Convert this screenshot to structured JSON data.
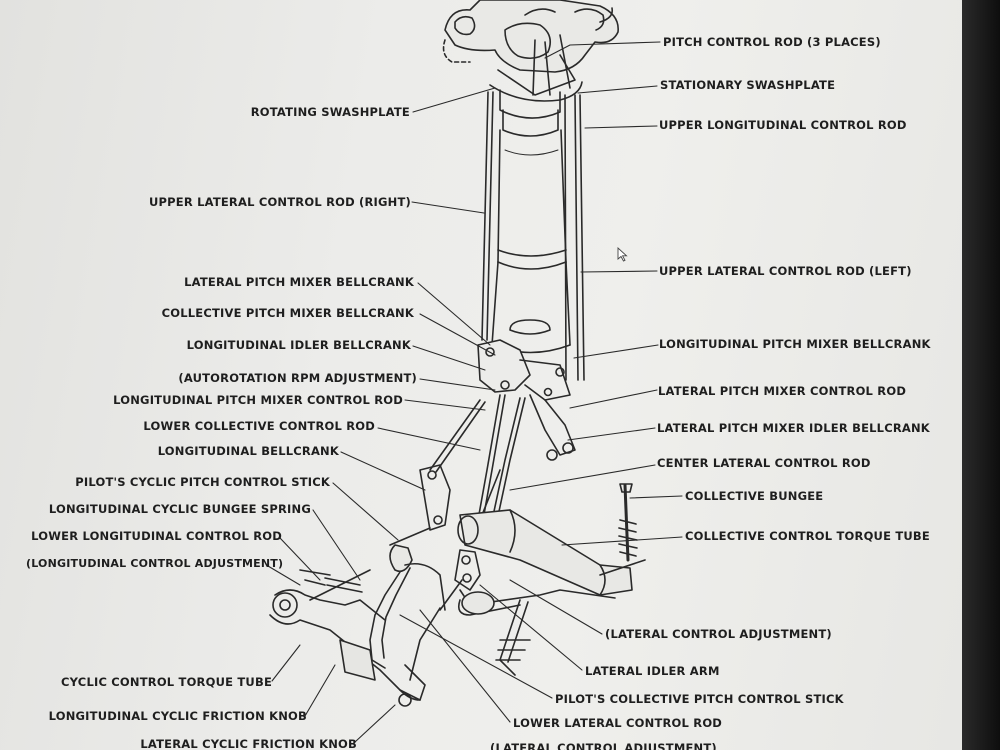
{
  "diagram": {
    "labels": {
      "pitch_control_rod": "PITCH CONTROL ROD (3 PLACES)",
      "stationary_swashplate": "STATIONARY SWASHPLATE",
      "rotating_swashplate": "ROTATING SWASHPLATE",
      "upper_longitudinal_control_rod": "UPPER LONGITUDINAL CONTROL ROD",
      "upper_lateral_control_rod_right": "UPPER LATERAL CONTROL ROD (RIGHT)",
      "upper_lateral_control_rod_left": "UPPER LATERAL CONTROL ROD (LEFT)",
      "lateral_pitch_mixer_bellcrank": "LATERAL PITCH MIXER BELLCRANK",
      "collective_pitch_mixer_bellcrank": "COLLECTIVE PITCH MIXER BELLCRANK",
      "longitudinal_pitch_mixer_bellcrank": "LONGITUDINAL PITCH MIXER BELLCRANK",
      "longitudinal_idler_bellcrank": "LONGITUDINAL IDLER BELLCRANK",
      "autorotation_rpm_adjustment": "(AUTOROTATION RPM ADJUSTMENT)",
      "lateral_pitch_mixer_control_rod": "LATERAL PITCH MIXER CONTROL ROD",
      "longitudinal_pitch_mixer_control_rod": "LONGITUDINAL PITCH MIXER CONTROL ROD",
      "lateral_pitch_mixer_idler_bellcrank": "LATERAL PITCH MIXER IDLER BELLCRANK",
      "lower_collective_control_rod": "LOWER COLLECTIVE CONTROL ROD",
      "center_lateral_control_rod": "CENTER LATERAL CONTROL ROD",
      "longitudinal_bellcrank": "LONGITUDINAL BELLCRANK",
      "pilots_cyclic_pitch_control_stick": "PILOT'S CYCLIC PITCH CONTROL STICK",
      "collective_bungee": "COLLECTIVE BUNGEE",
      "longitudinal_cyclic_bungee_spring": "LONGITUDINAL CYCLIC BUNGEE SPRING",
      "collective_control_torque_tube": "COLLECTIVE CONTROL TORQUE TUBE",
      "lower_longitudinal_control_rod": "LOWER LONGITUDINAL CONTROL ROD",
      "longitudinal_control_adjustment": "(LONGITUDINAL CONTROL ADJUSTMENT)",
      "lateral_control_adjustment": "(LATERAL CONTROL ADJUSTMENT)",
      "lateral_idler_arm": "LATERAL IDLER ARM",
      "cyclic_control_torque_tube": "CYCLIC CONTROL TORQUE TUBE",
      "pilots_collective_pitch_control_stick": "PILOT'S COLLECTIVE PITCH CONTROL STICK",
      "longitudinal_cyclic_friction_knob": "LONGITUDINAL CYCLIC FRICTION KNOB",
      "lower_lateral_control_rod": "LOWER LATERAL CONTROL ROD",
      "lateral_cyclic_friction_knob": "LATERAL CYCLIC FRICTION KNOB",
      "lateral_control_adjustment_bottom": "(LATERAL CONTROL ADJUSTMENT)"
    }
  }
}
